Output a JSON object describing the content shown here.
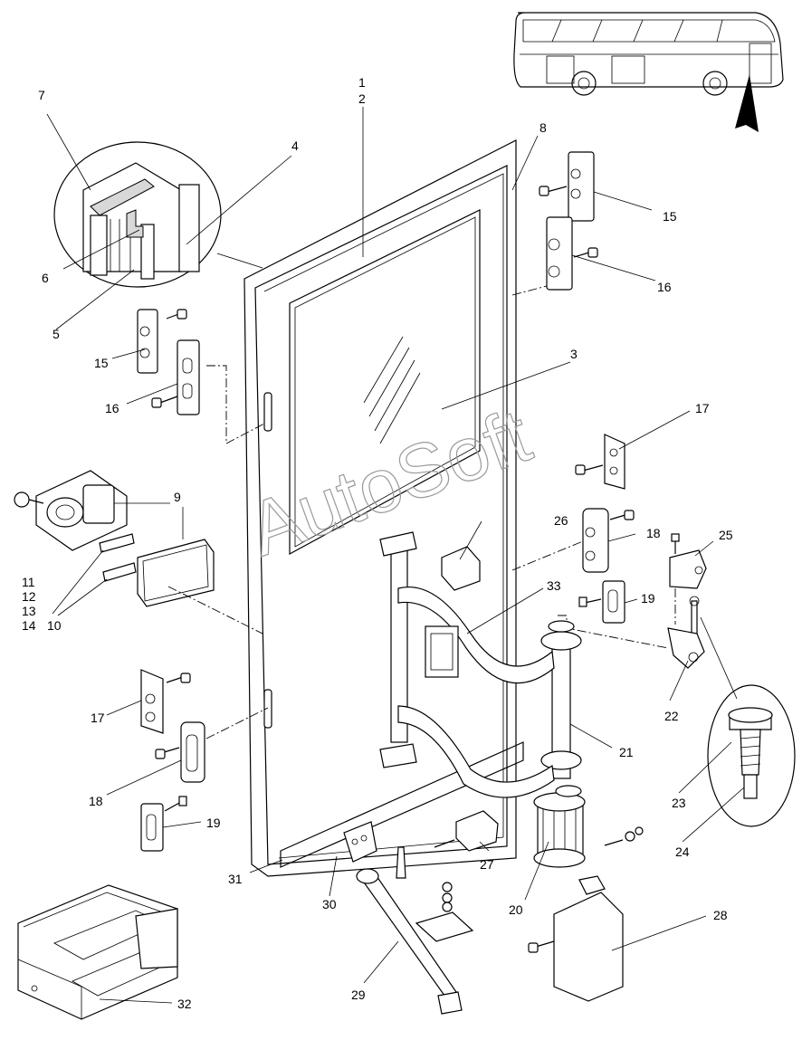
{
  "watermark": "AutoSoft",
  "callouts": [
    "1",
    "2",
    "3",
    "4",
    "5",
    "6",
    "7",
    "8",
    "9",
    "10",
    "11",
    "12",
    "13",
    "14",
    "15",
    "15",
    "16",
    "16",
    "17",
    "17",
    "18",
    "18",
    "19",
    "19",
    "20",
    "21",
    "22",
    "23",
    "24",
    "25",
    "26",
    "27",
    "28",
    "29",
    "30",
    "31",
    "32",
    "33"
  ]
}
